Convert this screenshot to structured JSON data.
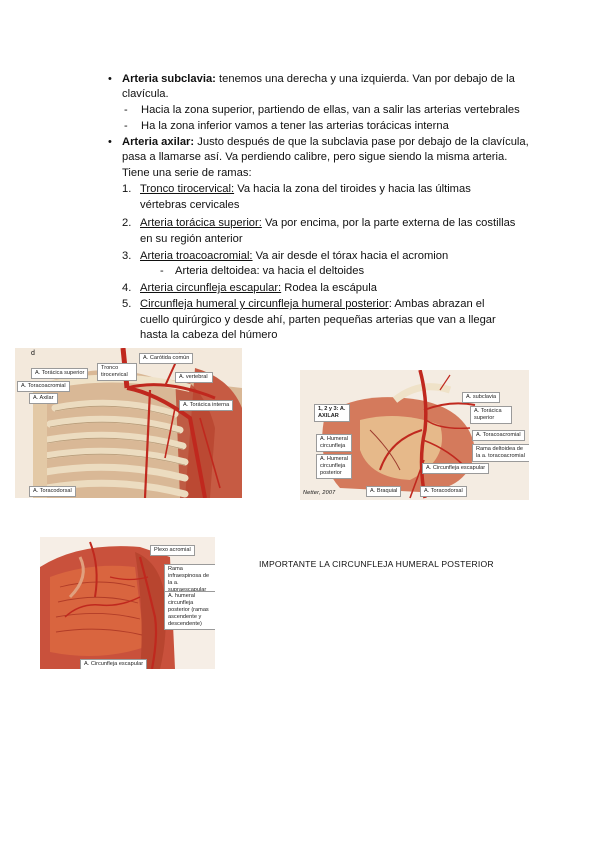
{
  "text": {
    "b1_term": "Arteria subclavia:",
    "b1_line1": " tenemos una derecha y una izquierda. Van por debajo de la",
    "b1_line2": "clavícula.",
    "b1_d1": "Hacia la zona superior, partiendo de ellas, van a salir las arterias vertebrales",
    "b1_d2": "Ha la zona inferior vamos a tener las arterias torácicas interna",
    "b2_term": "Arteria axilar:",
    "b2_line1": " Justo después de que la subclavia pase por debajo de la clavícula,",
    "b2_line2": "pasa a llamarse así. Va perdiendo calibre, pero sigue siendo la misma arteria.",
    "b2_line3": "Tiene una serie de ramas:",
    "items": [
      {
        "num": "1.",
        "term": "Tronco tirocervical:",
        "rest": " Va hacia la zona del tiroides y hacia las últimas",
        "cont": "vértebras cervicales"
      },
      {
        "num": "2.",
        "term": "Arteria torácica superior:",
        "rest": " Va por encima, por la parte externa de las costillas",
        "cont": "en su región anterior"
      },
      {
        "num": "3.",
        "term": "Arteria troacoacromial:",
        "rest": " Va air desde el tórax hacia el acromion",
        "cont": ""
      },
      {
        "num": "4.",
        "term": "Arteria circunfleja escapular:",
        "rest": " Rodea la escápula",
        "cont": ""
      },
      {
        "num": "5.",
        "term": "Circunfleja humeral y circunfleja humeral posterior",
        "rest": ": Ambas abrazan el",
        "cont": "cuello quirúrgico y desde ahí, parten pequeñas arterias que van a llegar"
      }
    ],
    "item3_sub": "Arteria deltoidea: va hacia el deltoides",
    "item5_cont2": "hasta la cabeza del húmero",
    "important": "IMPORTANTE LA CIRCUNFLEJA HUMERAL POSTERIOR"
  },
  "figures": {
    "fig1": {
      "corner_mark": "d",
      "labels": [
        "A. Carótida común",
        "A. Torácica superior",
        "Tronco tirocervical",
        "A. Toracoacromial",
        "A. vertebral",
        "A. Axilar",
        "A. Torácica interna",
        "A. Toracodorsal"
      ]
    },
    "fig2": {
      "labels": [
        "A. subclavia",
        "A. Torácica superior",
        "A. Toracoacromial",
        "Rama deltoidea de la a. toracoacromial",
        "A. Circunfleja escapular",
        "A. Toracodorsal",
        "A. Braquial",
        "A. Humeral circunfleja",
        "A. Humeral circunfleja posterior",
        "1, 2 y 3: A. AXILAR"
      ],
      "credit": "Netter, 2007"
    },
    "fig3": {
      "labels": [
        "Plexo acromial",
        "Rama infraespinosa de la a. supraescapular",
        "A. humeral circunfleja posterior (ramas ascendente y descendente)",
        "A. Circunfleja escapular"
      ]
    }
  },
  "colors": {
    "artery": "#c0281e",
    "muscle": "#c9513c",
    "bone": "#e9d6b4",
    "tissue": "#d98c6f"
  }
}
